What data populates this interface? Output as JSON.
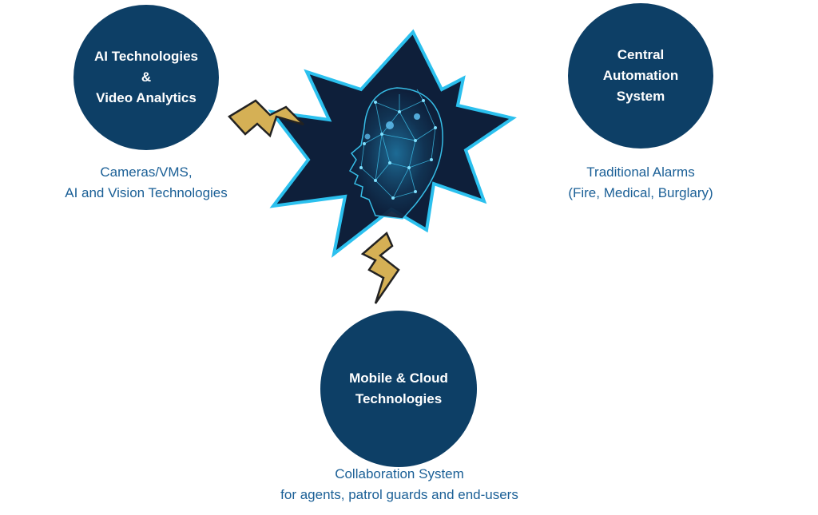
{
  "nodes": {
    "ai": {
      "lines": [
        "AI Technologies",
        "&",
        "Video Analytics"
      ],
      "caption": [
        "Cameras/VMS,",
        "AI and Vision Technologies"
      ]
    },
    "central": {
      "lines": [
        "Central",
        "Automation",
        "System"
      ],
      "caption": [
        "Traditional Alarms",
        "(Fire, Medical, Burglary)"
      ]
    },
    "mobile": {
      "lines": [
        "Mobile & Cloud",
        "Technologies"
      ],
      "caption": [
        "Collaboration System",
        "for agents, patrol guards and end-users"
      ]
    }
  },
  "colors": {
    "circle_fill": "#0d3f66",
    "caption_text": "#1a5f96",
    "burst_fill": "#0e1f3a",
    "burst_outline": "#2bc0ee",
    "lightning_fill": "#d5b055",
    "lightning_outline": "#222222"
  },
  "icons": {
    "center": "ai-head-network-icon",
    "connectors": "lightning-bolt-icon"
  }
}
